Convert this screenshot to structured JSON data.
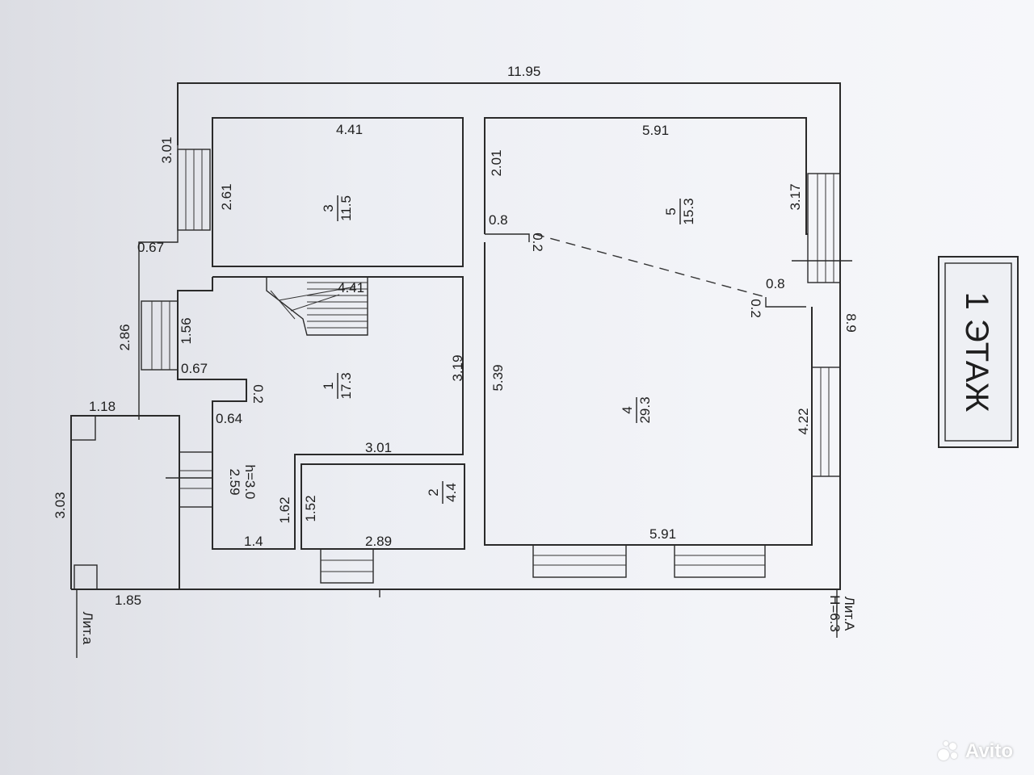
{
  "title": "1 ЭТАЖ",
  "rooms": [
    {
      "id": "1",
      "area": "17.3"
    },
    {
      "id": "2",
      "area": "4.4"
    },
    {
      "id": "3",
      "area": "11.5"
    },
    {
      "id": "4",
      "area": "29.3"
    },
    {
      "id": "5",
      "area": "15.3"
    }
  ],
  "dimensions": {
    "overall_length": "11.95",
    "overall_width": "8.9",
    "room3_top": "4.41",
    "room3_side": "2.61",
    "room5_top": "5.91",
    "room5_left": "2.01",
    "room5_right": "3.17",
    "room5_step": "0.8",
    "room5_step_offset": "0.2",
    "room4_step": "0.8",
    "room4_step_offset": "0.2",
    "room1_top": "4.41",
    "room1_right": "3.19",
    "room4_left": "5.39",
    "room4_right": "4.22",
    "room4_bottom": "5.91",
    "left_wall_top": "3.01",
    "left_step": "0.67",
    "left_wall_mid": "2.86",
    "room1_left": "1.56",
    "room1_notch": "0.67",
    "room1_notch_offset": "0.2",
    "room1_notch2": "0.64",
    "room2_top": "3.01",
    "room2_bottom": "2.89",
    "room2_left": "1.52",
    "corridor_right": "1.62",
    "corridor_bottom": "1.4",
    "corridor_side": "2.59",
    "ceiling_height": "h=3.0",
    "porch_top": "1.18",
    "porch_side": "3.03",
    "porch_bottom": "1.85"
  },
  "labels": {
    "lit_a": "Лит.а",
    "lit_A": "Лит.А",
    "lit_A_height": "H=6.3"
  },
  "watermark": "Avito"
}
